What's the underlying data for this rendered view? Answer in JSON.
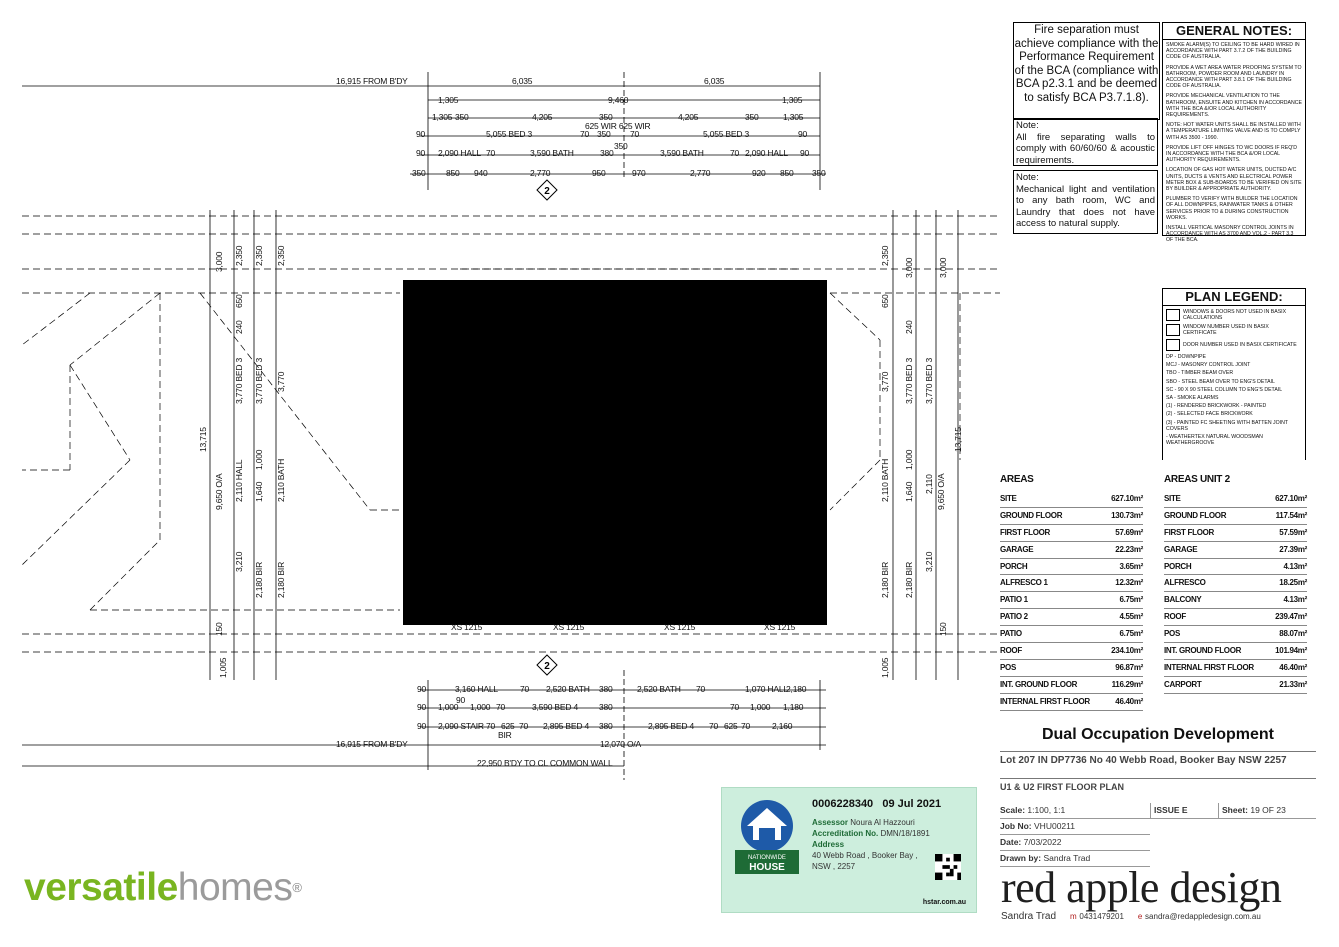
{
  "fire_note": {
    "text": "Fire separation must achieve compliance with the Performance Requirement of the BCA (compliance with BCA p2.3.1 and be deemed to satisfy BCA P3.7.1.8)."
  },
  "note1": {
    "title": "Note:",
    "text": "All fire separating walls to comply with 60/60/60 & acoustic requirements."
  },
  "note2": {
    "title": "Note:",
    "text": "Mechanical light and ventilation to any bath room, WC and Laundry that does not have access to natural supply."
  },
  "general_notes": {
    "title": "GENERAL NOTES:",
    "items": [
      "SMOKE ALARM(S) TO CEILING TO BE HARD WIRED IN ACCORDANCE WITH PART 3.7.2 OF THE BUILDING CODE OF AUSTRALIA.",
      "PROVIDE A WET AREA WATER PROOFING SYSTEM TO BATHROOM, POWDER ROOM AND LAUNDRY IN ACCORDANCE WITH PART 3.8.1 OF THE BUILDING CODE OF AUSTRALIA.",
      "PROVIDE MECHANICAL VENTILATION TO THE BATHROOM, ENSUITE AND KITCHEN IN ACCORDANCE WITH THE BCA &/OR LOCAL AUTHORITY REQUIREMENTS.",
      "NOTE: HOT WATER UNITS SHALL BE INSTALLED WITH A TEMPERATURE LIMITING VALVE AND IS TO COMPLY WITH AS 3500 - 1990.",
      "PROVIDE LIFT OFF HINGES TO WC DOORS IF REQ'D IN ACCORDANCE WITH THE BCA &/OR LOCAL AUTHORITY REQUIREMENTS.",
      "LOCATION OF GAS HOT WATER UNITS, DUCTED A/C UNITS, DUCTS & VENTS AND ELECTRICAL POWER METER BOX & SUB-BOARDS TO BE VERIFIED ON SITE BY BUILDER & APPROPRIATE AUTHORITY.",
      "PLUMBER TO VERIFY WITH BUILDER THE LOCATION OF ALL DOWNPIPES, RAINWATER TANKS & OTHER SERVICES PRIOR TO & DURING CONSTRUCTION WORKS.",
      "INSTALL VERTICAL MASONRY CONTROL JOINTS IN ACCORDANCE WITH AS 3700 AND VOL.2 - PART 3.3 OF THE BCA."
    ]
  },
  "plan_legend": {
    "title": "PLAN LEGEND:",
    "boxes": [
      "WINDOWS & DOORS NOT USED IN BASIX CALCULATIONS",
      "WINDOW NUMBER USED IN BASIX CERTIFICATE",
      "DOOR NUMBER USED IN BASIX CERTIFICATE"
    ],
    "abbrevs": [
      "DP - DOWNPIPE",
      "MCJ - MASONRY CONTROL JOINT",
      "TBO - TIMBER BEAM OVER",
      "SBO - STEEL BEAM OVER TO ENG'S DETAIL",
      "SC - 90 x 90 STEEL COLUMN TO ENG'S DETAIL",
      "SA - SMOKE ALARMS",
      "(1) - RENDERED BRICKWORK - PAINTED",
      "(2) - SELECTED FACE BRICKWORK",
      "(3) - PAINTED FC SHEETING WITH BATTEN JOINT COVERS",
      "- WEATHERTEX NATURAL WOODSMAN WEATHERGROOVE"
    ]
  },
  "areas_unit1": {
    "title": "AREAS",
    "rows": [
      {
        "label": "SITE",
        "value": "627.10m²"
      },
      {
        "label": "GROUND FLOOR",
        "value": "130.73m²"
      },
      {
        "label": "FIRST FLOOR",
        "value": "57.69m²"
      },
      {
        "label": "GARAGE",
        "value": "22.23m²"
      },
      {
        "label": "PORCH",
        "value": "3.65m²"
      },
      {
        "label": "ALFRESCO 1",
        "value": "12.32m²"
      },
      {
        "label": "PATIO 1",
        "value": "6.75m²"
      },
      {
        "label": "PATIO 2",
        "value": "4.55m²"
      },
      {
        "label": "PATIO",
        "value": "6.75m²"
      },
      {
        "label": "ROOF",
        "value": "234.10m²"
      },
      {
        "label": "POS",
        "value": "96.87m²"
      },
      {
        "label": "INT. GROUND FLOOR",
        "value": "116.29m²"
      },
      {
        "label": "INTERNAL FIRST FLOOR",
        "value": "46.40m²"
      }
    ]
  },
  "areas_unit2": {
    "title": "AREAS UNIT 2",
    "rows": [
      {
        "label": "SITE",
        "value": "627.10m²"
      },
      {
        "label": "GROUND FLOOR",
        "value": "117.54m²"
      },
      {
        "label": "FIRST FLOOR",
        "value": "57.59m²"
      },
      {
        "label": "GARAGE",
        "value": "27.39m²"
      },
      {
        "label": "PORCH",
        "value": "4.13m²"
      },
      {
        "label": "ALFRESCO",
        "value": "18.25m²"
      },
      {
        "label": "BALCONY",
        "value": "4.13m²"
      },
      {
        "label": "ROOF",
        "value": "239.47m²"
      },
      {
        "label": "POS",
        "value": "88.07m²"
      },
      {
        "label": "INT. GROUND FLOOR",
        "value": "101.94m²"
      },
      {
        "label": "INTERNAL FIRST FLOOR",
        "value": "46.40m²"
      },
      {
        "label": "CARPORT",
        "value": "21.33m²"
      }
    ]
  },
  "title_block": {
    "project": "Dual Occupation Development",
    "lot": "Lot 207 IN DP7736 No 40 Webb Road, Booker Bay NSW 2257",
    "drawing": "U1 & U2 FIRST FLOOR PLAN",
    "scale_label": "Scale:",
    "scale": "1:100, 1:1",
    "issue": "ISSUE E",
    "sheet_label": "Sheet:",
    "sheet": "19 OF 23",
    "job_label": "Job No:",
    "job": "VHU00211",
    "date_label": "Date:",
    "date": "7/03/2022",
    "drawn_label": "Drawn by:",
    "drawn": "Sandra Trad"
  },
  "certificate": {
    "number": "0006228340",
    "date": "09 Jul 2021",
    "assessor_label": "Assessor",
    "assessor": "Noura Al Hazzouri",
    "accreditation_label": "Accreditation No.",
    "accreditation": "DMN/18/1891",
    "address_label": "Address",
    "address_lines": [
      "40 Webb Road , Booker Bay ,",
      "NSW , 2257"
    ],
    "logo_line1": "NATIONWIDE",
    "logo_line2": "HOUSE",
    "url": "hstar.com.au"
  },
  "brand": {
    "versatile_a": "versatile",
    "versatile_b": "homes",
    "reg": "®",
    "redapple": "red apple design",
    "designer": "Sandra Trad",
    "mobile_prefix": "m",
    "mobile": "0431479201",
    "email_prefix": "e",
    "email": "sandra@redappledesign.com.au"
  },
  "plan": {
    "top_dims": {
      "row0_left": "16,915 FROM B'DY",
      "row0_a": "6,035",
      "row0_b": "6,035",
      "row1_l": "1,305",
      "row1_c": "9,460",
      "row1_r": "1,305",
      "row2": [
        "1,305",
        "350",
        "4,205",
        "350",
        "4,205",
        "350",
        "1,305"
      ],
      "row2_mid": "625 WIR   625 WIR",
      "row3": [
        "90",
        "5,055 BED 3",
        "70",
        "350",
        "70",
        "5,055 BED 3",
        "90"
      ],
      "row4": [
        "90",
        "2,090 HALL",
        "70",
        "3,590 BATH",
        "380",
        "3,590 BATH",
        "70",
        "2,090 HALL",
        "90"
      ],
      "row4_mid": "350",
      "row5": [
        "350",
        "850",
        "940",
        "2,770",
        "950",
        "970",
        "2,770",
        "920",
        "850",
        "350"
      ]
    },
    "bottom_dims": {
      "row1": [
        "90",
        "3,160 HALL",
        "70",
        "2,520 BATH",
        "380",
        "2,520 BATH",
        "70",
        "1,070 HALL",
        "2,180"
      ],
      "row2_90": "90",
      "row2": [
        "90",
        "1,000",
        "1,000",
        "70",
        "3,590 BED 4",
        "380",
        "70",
        "1,000",
        "1,180"
      ],
      "row3": [
        "90",
        "2,090 STAIR",
        "70",
        "625",
        "70",
        "2,895 BED 4",
        "380",
        "2,895 BED 4",
        "70",
        "625",
        "70",
        "2,160"
      ],
      "bir": "BIR",
      "left_label": "16,915 FROM B'DY",
      "overall": "12,070 O/A",
      "cl": "22,950 B'DY TO CL COMMON WALL"
    },
    "marker": "2",
    "left_vert": [
      "13,715",
      "9,650 O/A",
      "3,000",
      "2,350",
      "2,350",
      "2,350",
      "650",
      "240",
      "3,770 BED 3",
      "3,770 BED 3",
      "3,770",
      "2,110 HALL",
      "2,110 BATH",
      "1,000",
      "1,640",
      "3,210",
      "2,180 BIR",
      "2,180 BIR",
      "150",
      "1,005"
    ],
    "right_vert": [
      "13,715",
      "9,650 O/A",
      "3,000",
      "3,000",
      "2,350",
      "650",
      "240",
      "3,770",
      "3,770 BED 3",
      "3,770 BED 3",
      "2,110 BATH",
      "2,110",
      "1,000",
      "1,640",
      "3,210",
      "2,180 BIR",
      "2,180 BIR",
      "150",
      "1,005"
    ],
    "xs_labels": [
      "XS 1215",
      "XS 1215",
      "XS 1215",
      "XS 1215"
    ]
  }
}
